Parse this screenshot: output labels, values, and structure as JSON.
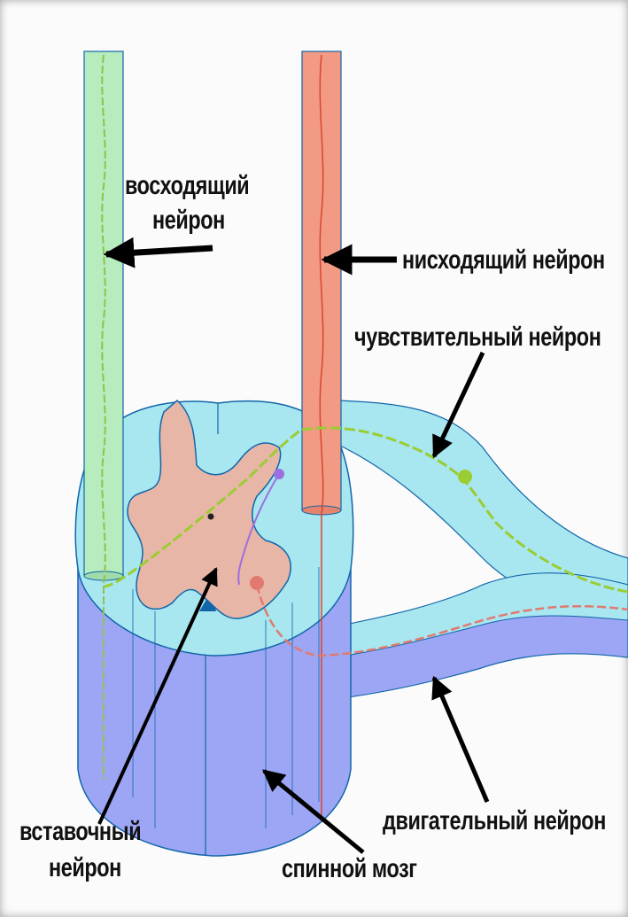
{
  "labels": {
    "ascending_line1": "восходящий",
    "ascending_line2": "нейрон",
    "descending": "нисходящий нейрон",
    "sensory": "чувствительный нейрон",
    "interneuron_line1": "вставочный",
    "interneuron_line2": "нейрон",
    "motor": "двигательный нейрон",
    "spinal_cord": "спинной мозг"
  },
  "colors": {
    "ascending_tract": "#b6ecbe",
    "descending_tract": "#f29a84",
    "white_matter_top": "#a8e6f0",
    "white_matter_body": "#9da6f5",
    "grey_matter": "#e8b6a6",
    "sensory_fiber": "#9acd32",
    "motor_fiber": "#e07a70",
    "interneuron_fiber": "#9b6fe0"
  }
}
